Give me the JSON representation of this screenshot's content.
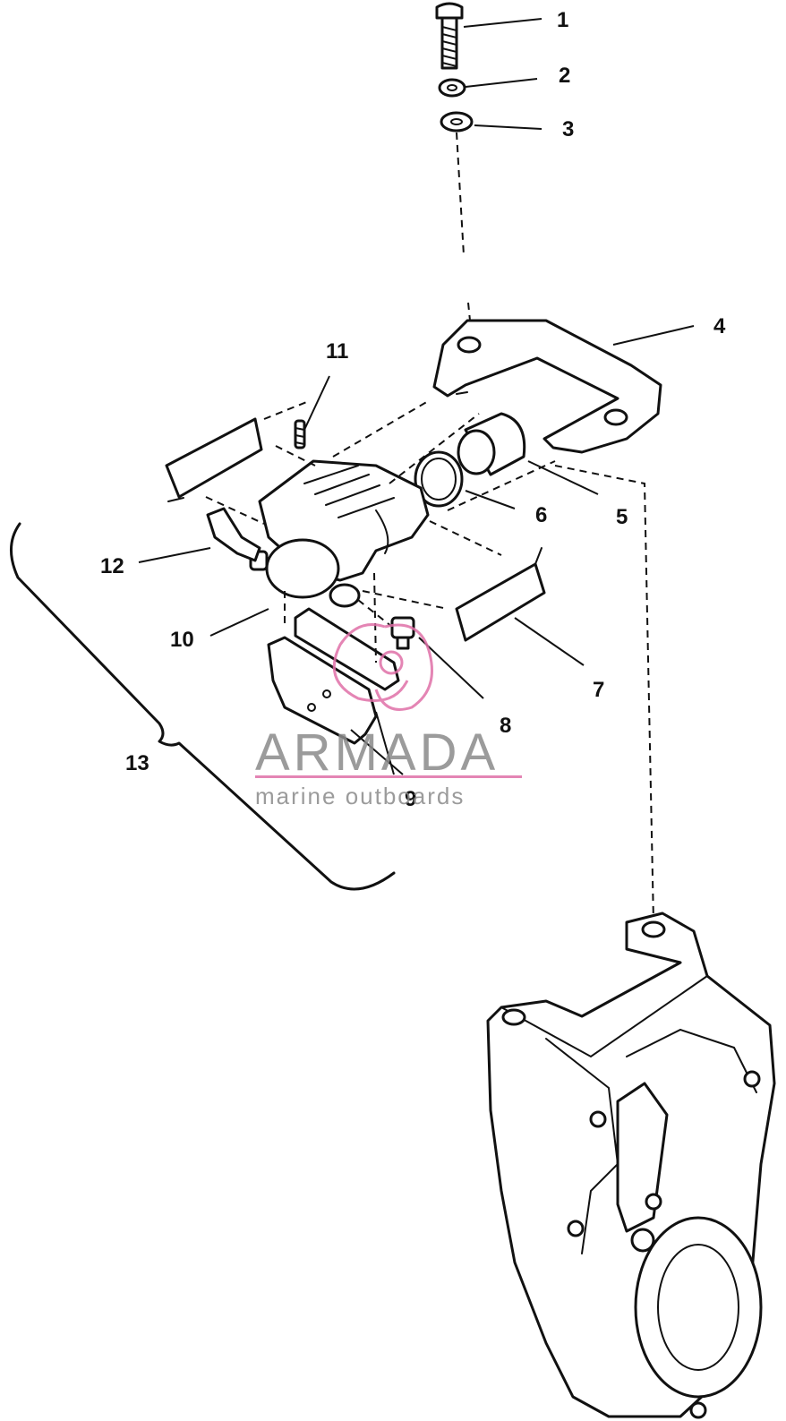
{
  "callouts": [
    {
      "id": "1",
      "label": "1"
    },
    {
      "id": "2",
      "label": "2"
    },
    {
      "id": "3",
      "label": "3"
    },
    {
      "id": "4",
      "label": "4"
    },
    {
      "id": "5",
      "label": "5"
    },
    {
      "id": "6",
      "label": "6"
    },
    {
      "id": "7",
      "label": "7"
    },
    {
      "id": "8",
      "label": "8"
    },
    {
      "id": "9",
      "label": "9"
    },
    {
      "id": "10",
      "label": "10"
    },
    {
      "id": "11",
      "label": "11"
    },
    {
      "id": "12",
      "label": "12"
    },
    {
      "id": "13",
      "label": "13"
    }
  ],
  "watermark": {
    "brand": "ARMADA",
    "tagline": "marine outboards",
    "brand_color": "#8a8a8a",
    "accent_color": "#e070a8"
  },
  "colors": {
    "line": "#111111",
    "background": "#ffffff"
  }
}
